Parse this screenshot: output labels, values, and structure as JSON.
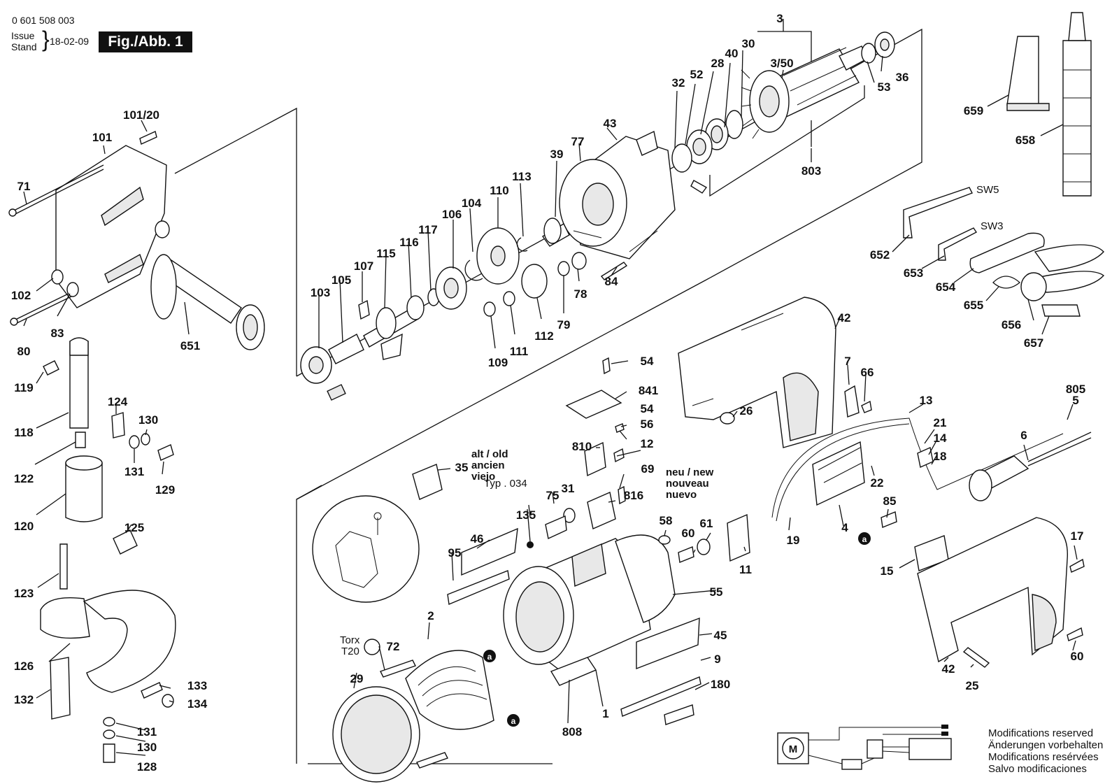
{
  "header": {
    "doc_number": "0 601 508 003",
    "issue_label": "Issue",
    "stand_label": "Stand",
    "issue_date": "18-02-09",
    "figure_label": "Fig./Abb. 1"
  },
  "part_labels": [
    {
      "id": "3",
      "t": "3"
    },
    {
      "id": "3-50",
      "t": "3/50"
    },
    {
      "id": "36",
      "t": "36"
    },
    {
      "id": "53",
      "t": "53"
    },
    {
      "id": "30",
      "t": "30"
    },
    {
      "id": "40",
      "t": "40"
    },
    {
      "id": "28",
      "t": "28"
    },
    {
      "id": "52",
      "t": "52"
    },
    {
      "id": "32",
      "t": "32"
    },
    {
      "id": "803",
      "t": "803"
    },
    {
      "id": "43",
      "t": "43"
    },
    {
      "id": "77",
      "t": "77"
    },
    {
      "id": "39",
      "t": "39"
    },
    {
      "id": "113",
      "t": "113"
    },
    {
      "id": "110",
      "t": "110"
    },
    {
      "id": "104",
      "t": "104"
    },
    {
      "id": "106",
      "t": "106"
    },
    {
      "id": "117",
      "t": "117"
    },
    {
      "id": "116",
      "t": "116"
    },
    {
      "id": "115",
      "t": "115"
    },
    {
      "id": "107",
      "t": "107"
    },
    {
      "id": "105",
      "t": "105"
    },
    {
      "id": "103",
      "t": "103"
    },
    {
      "id": "84",
      "t": "84"
    },
    {
      "id": "78",
      "t": "78"
    },
    {
      "id": "79",
      "t": "79"
    },
    {
      "id": "112",
      "t": "112"
    },
    {
      "id": "111",
      "t": "111"
    },
    {
      "id": "109",
      "t": "109"
    },
    {
      "id": "101-20",
      "t": "101/20"
    },
    {
      "id": "101",
      "t": "101"
    },
    {
      "id": "71",
      "t": "71"
    },
    {
      "id": "102",
      "t": "102"
    },
    {
      "id": "83",
      "t": "83"
    },
    {
      "id": "80",
      "t": "80"
    },
    {
      "id": "651",
      "t": "651"
    },
    {
      "id": "119",
      "t": "119"
    },
    {
      "id": "118",
      "t": "118"
    },
    {
      "id": "124",
      "t": "124"
    },
    {
      "id": "130a",
      "t": "130"
    },
    {
      "id": "131a",
      "t": "131"
    },
    {
      "id": "129",
      "t": "129"
    },
    {
      "id": "122",
      "t": "122"
    },
    {
      "id": "120",
      "t": "120"
    },
    {
      "id": "125",
      "t": "125"
    },
    {
      "id": "123",
      "t": "123"
    },
    {
      "id": "126",
      "t": "126"
    },
    {
      "id": "132",
      "t": "132"
    },
    {
      "id": "133",
      "t": "133"
    },
    {
      "id": "134",
      "t": "134"
    },
    {
      "id": "131b",
      "t": "131"
    },
    {
      "id": "130b",
      "t": "130"
    },
    {
      "id": "128",
      "t": "128"
    },
    {
      "id": "659",
      "t": "659"
    },
    {
      "id": "658",
      "t": "658"
    },
    {
      "id": "652",
      "t": "652"
    },
    {
      "id": "653",
      "t": "653"
    },
    {
      "id": "654",
      "t": "654"
    },
    {
      "id": "655",
      "t": "655"
    },
    {
      "id": "656",
      "t": "656"
    },
    {
      "id": "657",
      "t": "657"
    },
    {
      "id": "42a",
      "t": "42"
    },
    {
      "id": "7",
      "t": "7"
    },
    {
      "id": "66",
      "t": "66"
    },
    {
      "id": "26",
      "t": "26"
    },
    {
      "id": "54a",
      "t": "54"
    },
    {
      "id": "841",
      "t": "841"
    },
    {
      "id": "54b",
      "t": "54"
    },
    {
      "id": "56",
      "t": "56"
    },
    {
      "id": "810",
      "t": "810"
    },
    {
      "id": "12",
      "t": "12"
    },
    {
      "id": "69",
      "t": "69"
    },
    {
      "id": "35",
      "t": "35"
    },
    {
      "id": "31",
      "t": "31"
    },
    {
      "id": "75",
      "t": "75"
    },
    {
      "id": "816",
      "t": "816"
    },
    {
      "id": "135",
      "t": "135"
    },
    {
      "id": "46",
      "t": "46"
    },
    {
      "id": "95",
      "t": "95"
    },
    {
      "id": "58",
      "t": "58"
    },
    {
      "id": "60a",
      "t": "60"
    },
    {
      "id": "61",
      "t": "61"
    },
    {
      "id": "55",
      "t": "55"
    },
    {
      "id": "45",
      "t": "45"
    },
    {
      "id": "9",
      "t": "9"
    },
    {
      "id": "180",
      "t": "180"
    },
    {
      "id": "1",
      "t": "1"
    },
    {
      "id": "808",
      "t": "808"
    },
    {
      "id": "2",
      "t": "2"
    },
    {
      "id": "72",
      "t": "72"
    },
    {
      "id": "29",
      "t": "29"
    },
    {
      "id": "13",
      "t": "13"
    },
    {
      "id": "21",
      "t": "21"
    },
    {
      "id": "14",
      "t": "14"
    },
    {
      "id": "18",
      "t": "18"
    },
    {
      "id": "22",
      "t": "22"
    },
    {
      "id": "85",
      "t": "85"
    },
    {
      "id": "4",
      "t": "4"
    },
    {
      "id": "19",
      "t": "19"
    },
    {
      "id": "11",
      "t": "11"
    },
    {
      "id": "805",
      "t": "805"
    },
    {
      "id": "5",
      "t": "5"
    },
    {
      "id": "6",
      "t": "6"
    },
    {
      "id": "17",
      "t": "17"
    },
    {
      "id": "15",
      "t": "15"
    },
    {
      "id": "60b",
      "t": "60"
    },
    {
      "id": "42b",
      "t": "42"
    },
    {
      "id": "25",
      "t": "25"
    }
  ],
  "notes": {
    "sw5": "SW5",
    "sw3": "SW3",
    "typ": "Typ . 034",
    "alt_old": "alt / old",
    "ancien": "ancien",
    "viejo": "viejo",
    "neu_new": "neu / new",
    "nouveau": "nouveau",
    "nuevo": "nuevo",
    "torx": "Torx",
    "t20": "T20",
    "motor_symbol": "M",
    "marker_a": "a"
  },
  "modifications": [
    "Modifications reserved",
    "Änderungen vorbehalten",
    "Modifications resérvées",
    "Salvo modificaciones"
  ]
}
